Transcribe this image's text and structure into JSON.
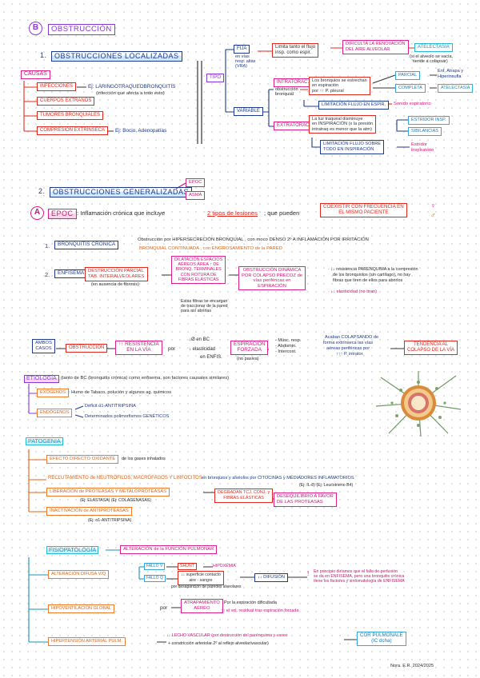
{
  "title": {
    "letter": "B",
    "text": "OBSTRUCCIÓN"
  },
  "s1": {
    "num": "1.",
    "title": "OBSTRUCCIONES LOCALIZADAS"
  },
  "causas": {
    "label": "CAUSAS",
    "items": [
      "INFECCIONES",
      "CUERPOS EXTRAÑOS",
      "TUMORES BRONQUIALES",
      "COMPRESIÓN EXTRÍNSECA"
    ],
    "ej1": "Ej: LARINGOTRAQUEOBRONQUITIS",
    "ej1b": "(infección que afecta a todo esto)",
    "ej2": "Ej: Bocio, Adenopatías"
  },
  "tipo": {
    "label": "TIPO",
    "fija": "FIJA",
    "fija_sub": [
      "en vías",
      "resp. altas",
      "(VRA)"
    ],
    "fija_desc": [
      "Limita tanto el flujo",
      "insp. como espir."
    ],
    "fija_res": [
      "DIFICULTA LA RENOVACIÓN",
      "DEL AIRE ALVEOLAR"
    ],
    "atelectasia": "ATELECTASIA",
    "atelectasia_note": [
      "(si el alveolo se vacía,",
      "tiende a colapsar)"
    ],
    "variable": "VARIABLE",
    "intrator": "INTRATORÁC.",
    "intrator_sub": [
      "obstrucción",
      "bronquial"
    ],
    "intrator_desc": [
      "Los bronquios se estrechan",
      "en espiración",
      "por ↑↑ P. pleural"
    ],
    "parcial": "PARCIAL",
    "parcial_res": [
      "Enf, Atrapa y",
      "Hiperinsufla"
    ],
    "completa": "COMPLETA",
    "completa_res": "ATELECTASIA",
    "lim_esp": "LIMITACIÓN FLUJO EN ESPIR.",
    "sonido": "Sonido espiratorio",
    "extrator": "EXTRATORÁCICA",
    "extrator_desc": [
      "La luz traqueal disminuye",
      "en INSPIRACIÓN (x la presión",
      "intratraq es menor que la atm)"
    ],
    "estridor": "ESTRIDOR INSP.",
    "sibilancias": "SIBILANCIAS",
    "lim_insp": [
      "LIMITACIÓN FLUJO SOBRE",
      "TODO EN INSPIRACIÓN"
    ],
    "estridor2": [
      "Estridor",
      "inspiratorio"
    ]
  },
  "s2": {
    "num": "2.",
    "title": "OBSTRUCCIONES GENERALIZADAS",
    "epoc": "EPOC",
    "asma": "ASMA"
  },
  "a": {
    "letter": "A",
    "epoc": "EPOC",
    "text1": ": Inflamación crónica que incluye",
    "two": "2 tipos de lesiones",
    "text2": "; que pueden",
    "coexist": [
      "COEXISTIR CON FRECUENCIA EN",
      "EL MISMO PACIENTE"
    ],
    "symbols": [
      "♀",
      "♂"
    ]
  },
  "bc": {
    "num": "1.",
    "label": "BRONQUITIS CRÓNICA",
    "desc1": "Obstrucción por HIPERSECRECIÓN BRONQUIAL , con moco DENSO 2º A INFLAMACIÓN POR IRRITACIÓN",
    "desc2": "BRONQUIAL CONTINUADA , con ENGROSAMIENTO de la PARED"
  },
  "enf": {
    "num": "2.",
    "label": "ENFISEMA",
    "box1": [
      "DESTRUCCIÓN PARCIAL",
      "TAB. INTERALVEOLARES"
    ],
    "box1_note": "(en ausencia de fibrosis)",
    "box2": [
      "DILATACIÓN ESPACIOS",
      "AÉREOS ÁREA ↑ DE",
      "BRONQ. TERMINALES",
      "CON ROTURA DE",
      "FIBRAS ELÁSTICAS"
    ],
    "box2_note": [
      "Estas fibras se encargan",
      "de traccionar de la pared",
      "para así abrirlas"
    ],
    "box3": [
      "OBSTRUCCIÓN DINÁMICA",
      "POR COLAPSO PRECOZ de",
      "vías periféricas en",
      "ESPIRACIÓN"
    ],
    "right1": [
      "· ↓↓ resistencia PARENQUIMA a la compresión",
      "de los bronquiolos (sin cartílago), no hay",
      "fibras que tiren de ellos para abrirlos"
    ],
    "right2": "· ↓↓ elasticidad (no tiran)"
  },
  "ambos": {
    "label": [
      "AMBOS",
      "CASOS"
    ],
    "obstruccion": "OBSTRUCCIÓN",
    "resist": [
      "↑↑ RESISTENCIA",
      "EN LA VÍA"
    ],
    "por": "por",
    "d1": "↓Ø en BC",
    "d2": "↓ elasticidad",
    "d3": "en ENFIS.",
    "espir": [
      "ESPIRACIÓN",
      "FORZADA"
    ],
    "espir_note": "(no pasiva)",
    "muscles": [
      "- Músc. resp.",
      "- Abdomin.",
      "- Intercost."
    ],
    "acaban": [
      "Acaban COLAPSANDO de",
      "forma extrínseca las vías",
      "aéreas periféricas por",
      "↑↑↑ P. intrator."
    ],
    "tendencia": [
      "TENDENCIA AL",
      "COLAPSO DE LA VÍA"
    ]
  },
  "etio": {
    "label": "ETIOLOGÍA",
    "text": "(tanto de BC (bronquitis crónica) como enfisema, son factores causales similares)",
    "exo": "EXÓGENOS",
    "exo_text": ": Humo de Tabaco, polución y algunos ag. químicos",
    "endo": "ENDÓGENOS",
    "endo_1": "Déficit α1-ANTITRIPSINA",
    "endo_2": "Determinados polimorfismos GENÉTICOS"
  },
  "pato": {
    "label": "PATOGENIA",
    "efecto": "EFECTO DIRECTO OXIDANTE",
    "efecto_txt": "de los gases inhalados",
    "reclut": "RECLUTAMIENTO de NEUTRÓFILOS, MACRÓFAGOS Y LINFOCITOS",
    "reclut_txt": "en bronquios y alvéolos por CITOCINAS y MEDIADORES INFLAMATORIOS",
    "reclut_ej": "(Ej: IL-8)      (Ej: Leucotrieno B4)",
    "lib": "LIBERACIÓN de PROTEASAS Y METALOPROTEASAS",
    "lib_ej": "(Ej: ELASTASA)    (Ej: COLAGENASAS)",
    "degradan": [
      "DEGRADAN TCJ. CONJ. y",
      "FIBRAS ELÁSTICAS"
    ],
    "inact": "INACTIVACIÓN de ANTIPROTEASAS",
    "inact_ej": "(Ej: α1-ANTITRIPSINA)",
    "deseq": [
      "DESEQUILIBRIO A FAVOR",
      "DE LAS PROTEASAS"
    ]
  },
  "fisio": {
    "label": "FISIOPATOLOGÍA",
    "alter": "ALTERACIÓN de la FUNCIÓN PULMONAR",
    "row1": "ALTERACIÓN DIFUSA V/Q",
    "fallo_v": "FALLO V",
    "shunt": "SHUNT",
    "hipoxemia": "HIPOXEMIA",
    "fallo_q": "FALLO Q",
    "sup": [
      "↓↓ superficie contacto",
      "aire - sangre"
    ],
    "difusion": "↓↓ DIFUSIÓN",
    "sup_note": "por desaparición de paredes alveolares",
    "nota": [
      "En principio diríamos que el fallo de perfusión",
      "se da en ENFISEMA, pero una bronquitis crónica",
      "tiene los factores y sintomatología de ENFISEMA"
    ],
    "row2": "HIPOVENTILACIÓN GLOBAL",
    "por": "por",
    "atrap": [
      "ATRAPAMIENTO",
      "AÉREO"
    ],
    "atrap_txt": [
      "Por la espiración dificultada",
      "↑↑ el vol. residual tras espiración forzada"
    ],
    "row3": "HIPERTENSIÓN ARTERIAL PULM.",
    "lecho": [
      "↓↓ LECHO VASCULAR (por destrucción del parénquima y vasos",
      "+ constricción arteriolar 2º al reflejo alveolar/vascular)"
    ],
    "cor": [
      "COR PULMONALE",
      "(IC dcha)"
    ]
  },
  "signature": "Nora. E.R. 2024/2025",
  "colors": {
    "red": "#e0281e",
    "blue": "#1e3a8a",
    "lightblue": "#3aa6d9",
    "pink": "#d01478",
    "orange": "#e06414",
    "cyan": "#1890b8",
    "purple": "#8a3ad8"
  }
}
